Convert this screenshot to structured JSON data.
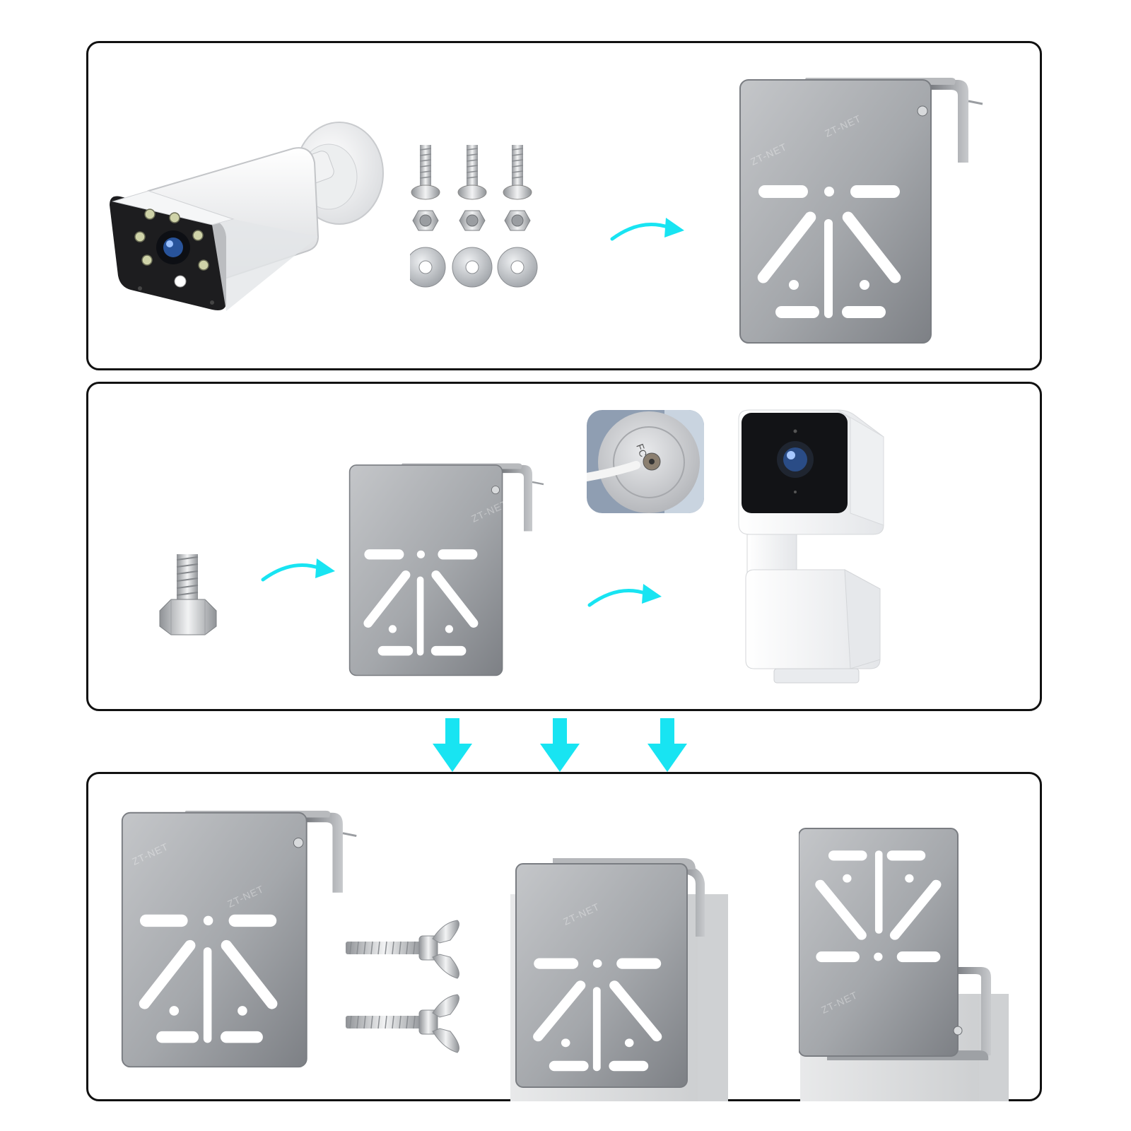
{
  "watermark": "ZT-NET",
  "colors": {
    "accent_arrow": "#18e4f2",
    "steel_light": "#c4c6c9",
    "steel_dark": "#7d8085",
    "panel_border": "#111111",
    "background": "#ffffff"
  },
  "panels": [
    {
      "id": "step-1",
      "items": [
        "bullet-camera",
        "screw-nut-washer-set",
        "curved-arrow-icon",
        "steel-mounting-bracket"
      ]
    },
    {
      "id": "step-2",
      "items": [
        "hex-bolt",
        "curved-arrow-icon",
        "steel-mounting-bracket",
        "camera-base-closeup",
        "curved-arrow-icon",
        "cube-camera"
      ]
    },
    {
      "id": "step-3",
      "items": [
        "steel-mounting-bracket",
        "wing-bolts",
        "bracket-on-wall-edge",
        "bracket-inverted-on-edge"
      ]
    }
  ],
  "connector_arrows": 3
}
